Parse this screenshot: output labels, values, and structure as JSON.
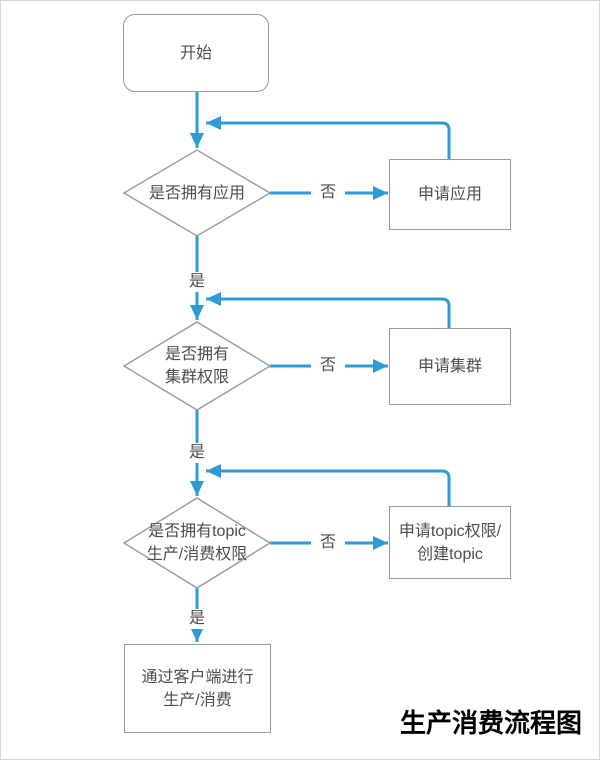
{
  "diagram_title": "生产消费流程图",
  "nodes": {
    "start": {
      "label": "开始"
    },
    "decision_app": {
      "label": "是否拥有应用"
    },
    "action_apply_app": {
      "label": "申请应用"
    },
    "decision_cluster": {
      "line1": "是否拥有",
      "line2": "集群权限"
    },
    "action_apply_cluster": {
      "label": "申请集群"
    },
    "decision_topic": {
      "line1": "是否拥有topic",
      "line2": "生产/消费权限"
    },
    "action_apply_topic": {
      "line1": "申请topic权限/",
      "line2": "创建topic"
    },
    "end_action": {
      "line1": "通过客户端进行",
      "line2": "生产/消费"
    }
  },
  "edge_labels": {
    "yes": "是",
    "no": "否"
  },
  "colors": {
    "connector": "#2E9BD8",
    "shape_border": "#9A9A9A",
    "node_text": "#4D4D4D",
    "title_text": "#000000",
    "background": "#FFFFFF"
  }
}
